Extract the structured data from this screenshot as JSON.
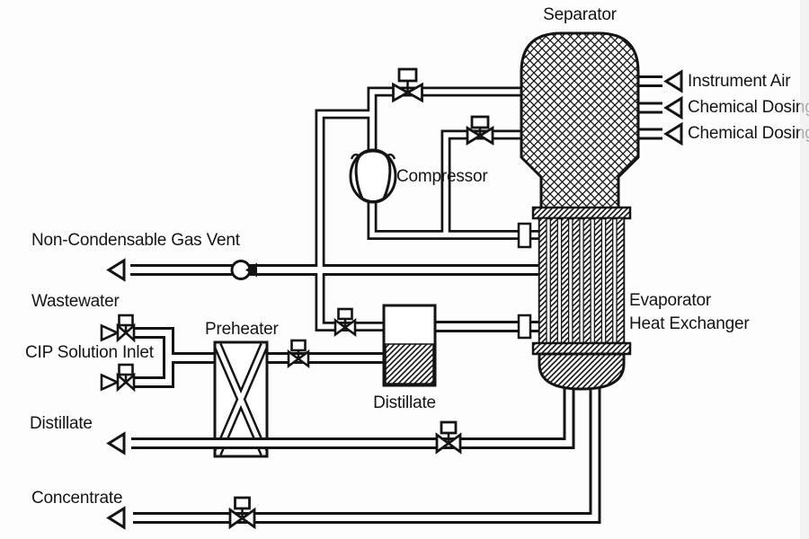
{
  "diagram_type": "process-flow-diagram",
  "colors": {
    "line": "#141414",
    "background": "#fdfdfd"
  },
  "equipment_labels": {
    "separator": "Separator",
    "compressor": "Compressor",
    "preheater": "Preheater",
    "distillate_tank": "Distillate",
    "evaporator": "Evaporator\nHeat Exchanger"
  },
  "stream_labels": {
    "instrument_air": "Instrument Air",
    "chemical_dosing_a": "Chemical Dosing A",
    "chemical_dosing_b": "Chemical Dosing B",
    "ncg_vent": "Non-Condensable Gas Vent",
    "wastewater": "Wastewater",
    "cip_inlet": "CIP Solution Inlet",
    "distillate_out": "Distillate",
    "concentrate": "Concentrate"
  }
}
